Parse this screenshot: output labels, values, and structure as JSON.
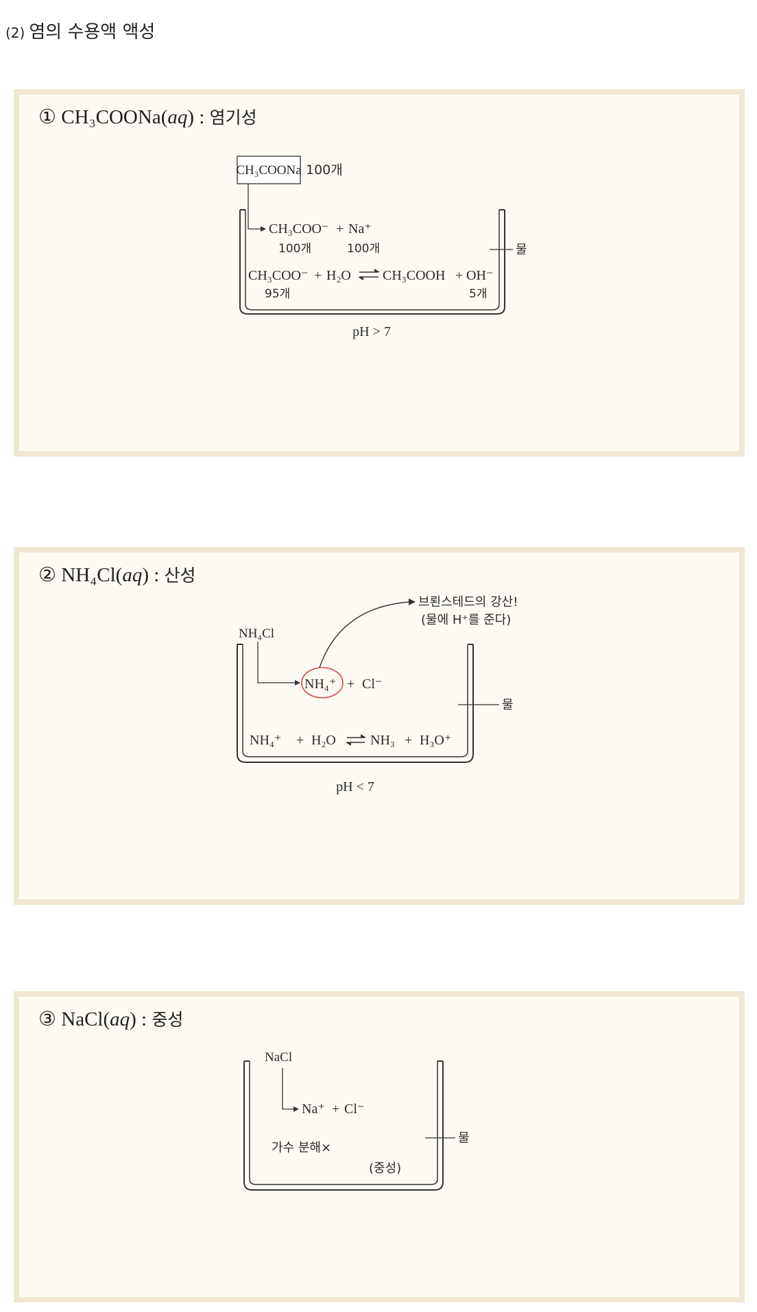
{
  "section": {
    "number": "(2)",
    "title": "염의 수용액 액성"
  },
  "colors": {
    "panel_border": "#efe7d2",
    "panel_fill": "#fdfaf3",
    "ink": "#2a2a2a",
    "highlight_circle": "#d44a4a"
  },
  "panels": [
    {
      "marker": "①",
      "formula": "CH₃COONa(aq)",
      "formula_main": "CH₃COONa",
      "formula_state": "aq",
      "property": "염기성",
      "salt_label": "CH₃COONa",
      "salt_count": "100개",
      "dissociation": {
        "ion1": "CH₃COO⁻",
        "ion2": "Na⁺",
        "plus": "+",
        "count1": "100개",
        "count2": "100개"
      },
      "hydrolysis": {
        "reactant1": "CH₃COO⁻",
        "reactant2": "H₂O",
        "product1": "CH₃COOH",
        "product2": "OH⁻",
        "count_left": "95개",
        "count_right": "5개"
      },
      "water_label": "물",
      "ph": "pH > 7"
    },
    {
      "marker": "②",
      "formula": "NH₄Cl(aq)",
      "formula_main": "NH₄Cl",
      "formula_state": "aq",
      "property": "산성",
      "salt_label": "NH₄Cl",
      "dissociation": {
        "ion1": "NH₄⁺",
        "ion2": "Cl⁻",
        "plus": "+"
      },
      "callout_line1": "브뢴스테드의 강산!",
      "callout_line2": "(물에 H⁺를 준다)",
      "hydrolysis": {
        "reactant1": "NH₄⁺",
        "reactant2": "H₂O",
        "product1": "NH₃",
        "product2": "H₃O⁺"
      },
      "water_label": "물",
      "ph": "pH < 7"
    },
    {
      "marker": "③",
      "formula": "NaCl(aq)",
      "formula_main": "NaCl",
      "formula_state": "aq",
      "property": "중성",
      "salt_label": "NaCl",
      "dissociation": {
        "ion1": "Na⁺",
        "ion2": "Cl⁻",
        "plus": "+"
      },
      "no_hydrolysis": "가수 분해×",
      "neutral_note": "(중성)",
      "water_label": "물"
    }
  ]
}
